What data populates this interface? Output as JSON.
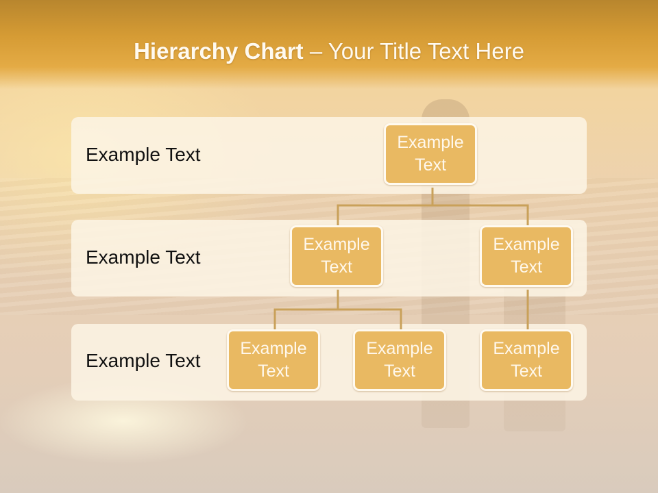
{
  "title": {
    "bold": "Hierarchy Chart",
    "rest": " – Your Title Text Here"
  },
  "levels": [
    {
      "label": "Example Text"
    },
    {
      "label": "Example Text"
    },
    {
      "label": "Example Text"
    }
  ],
  "nodes": {
    "root": {
      "line1": "Example",
      "line2": "Text"
    },
    "l2a": {
      "line1": "Example",
      "line2": "Text"
    },
    "l2b": {
      "line1": "Example",
      "line2": "Text"
    },
    "l3a": {
      "line1": "Example",
      "line2": "Text"
    },
    "l3b": {
      "line1": "Example",
      "line2": "Text"
    },
    "l3c": {
      "line1": "Example",
      "line2": "Text"
    }
  },
  "colors": {
    "node_fill": "#e9b962",
    "node_border": "#fffaf0",
    "connector": "#c9a15a",
    "title_bar": "#d59b34",
    "band": "#fcf4e4"
  }
}
